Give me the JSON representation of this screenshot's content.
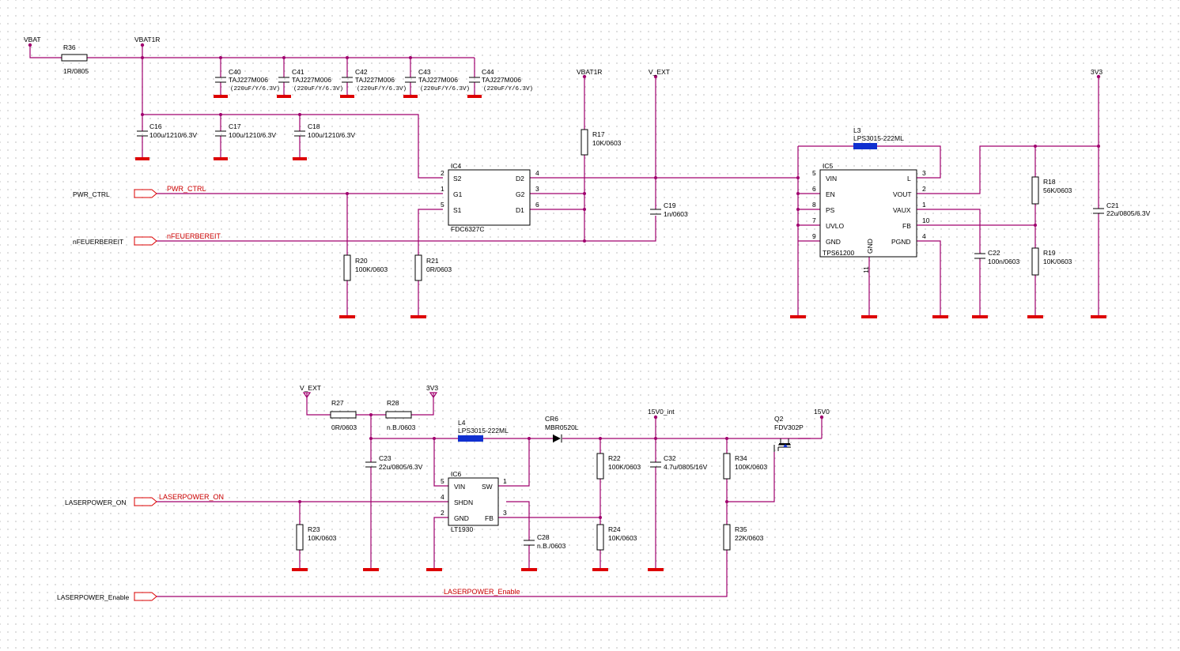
{
  "power": {
    "vbat": "VBAT",
    "vbat1r_a": "VBAT1R",
    "vbat1r_b": "VBAT1R",
    "vext_a": "V_EXT",
    "v3v3_a": "3V3",
    "vext_b": "V_EXT",
    "v3v3_b": "3V3",
    "v15v0_int": "15V0_int",
    "v15v0": "15V0"
  },
  "ports": {
    "pwr_ctrl": "PWR_CTRL",
    "nfeuer": "nFEUERBEREIT",
    "laser_on": "LASERPOWER_ON",
    "laser_en": "LASERPOWER_Enable"
  },
  "nets": {
    "pwr_ctrl": "PWR_CTRL",
    "nfeuer": "nFEUERBEREIT",
    "laser_on": "LASERPOWER_ON",
    "laser_en": "LASERPOWER_Enable"
  },
  "parts": {
    "R36": {
      "ref": "R36",
      "val": "1R/0805"
    },
    "C40": {
      "ref": "C40",
      "val": "TAJ227M006",
      "val2": "(220uF/Y/6.3V)"
    },
    "C41": {
      "ref": "C41",
      "val": "TAJ227M006",
      "val2": "(220uF/Y/6.3V)"
    },
    "C42": {
      "ref": "C42",
      "val": "TAJ227M006",
      "val2": "(220uF/Y/6.3V)"
    },
    "C43": {
      "ref": "C43",
      "val": "TAJ227M006",
      "val2": "(220uF/Y/6.3V)"
    },
    "C44": {
      "ref": "C44",
      "val": "TAJ227M006",
      "val2": "(220uF/Y/6.3V)"
    },
    "C16": {
      "ref": "C16",
      "val": "100u/1210/6.3V"
    },
    "C17": {
      "ref": "C17",
      "val": "100u/1210/6.3V"
    },
    "C18": {
      "ref": "C18",
      "val": "100u/1210/6.3V"
    },
    "R17": {
      "ref": "R17",
      "val": "10K/0603"
    },
    "C19": {
      "ref": "C19",
      "val": "1n/0603"
    },
    "R20": {
      "ref": "R20",
      "val": "100K/0603"
    },
    "R21": {
      "ref": "R21",
      "val": "0R/0603"
    },
    "L3": {
      "ref": "L3",
      "val": "LPS3015-222ML"
    },
    "R18": {
      "ref": "R18",
      "val": "56K/0603"
    },
    "R19": {
      "ref": "R19",
      "val": "10K/0603"
    },
    "C21": {
      "ref": "C21",
      "val": "22u/0805/6.3V"
    },
    "C22": {
      "ref": "C22",
      "val": "100n/0603"
    },
    "R27": {
      "ref": "R27",
      "val": "0R/0603"
    },
    "R28": {
      "ref": "R28",
      "val": "n.B./0603"
    },
    "C23": {
      "ref": "C23",
      "val": "22u/0805/6.3V"
    },
    "L4": {
      "ref": "L4",
      "val": "LPS3015-222ML"
    },
    "CR6": {
      "ref": "CR6",
      "val": "MBR0520L"
    },
    "R22": {
      "ref": "R22",
      "val": "100K/0603"
    },
    "C32": {
      "ref": "C32",
      "val": "4.7u/0805/16V"
    },
    "R34": {
      "ref": "R34",
      "val": "100K/0603"
    },
    "Q2": {
      "ref": "Q2",
      "val": "FDV302P"
    },
    "R23": {
      "ref": "R23",
      "val": "10K/0603"
    },
    "C28": {
      "ref": "C28",
      "val": "n.B./0603"
    },
    "R24": {
      "ref": "R24",
      "val": "10K/0603"
    },
    "R35": {
      "ref": "R35",
      "val": "22K/0603"
    }
  },
  "ic4": {
    "ref": "IC4",
    "part": "FDC6327C",
    "pins": {
      "s2": "S2",
      "g1": "G1",
      "s1": "S1",
      "d2": "D2",
      "g2": "G2",
      "d1": "D1"
    },
    "nums": {
      "s2": "2",
      "g1": "1",
      "s1": "5",
      "d2": "4",
      "g2": "3",
      "d1": "6"
    }
  },
  "ic5": {
    "ref": "IC5",
    "part": "TPS61200",
    "pins": {
      "vin": "VIN",
      "en": "EN",
      "ps": "PS",
      "uvlo": "UVLO",
      "gnd": "GND",
      "l": "L",
      "vout": "VOUT",
      "vaux": "VAUX",
      "fb": "FB",
      "pgnd": "PGND",
      "gnd2": "GND"
    },
    "nums": {
      "vin": "5",
      "en": "6",
      "ps": "8",
      "uvlo": "7",
      "gnd": "9",
      "l": "3",
      "vout": "2",
      "vaux": "1",
      "fb": "10",
      "pgnd": "4",
      "pad": "11"
    }
  },
  "ic6": {
    "ref": "IC6",
    "part": "LT1930",
    "pins": {
      "vin": "VIN",
      "shdn": "SHDN",
      "gnd": "GND",
      "sw": "SW",
      "fb": "FB"
    },
    "nums": {
      "vin": "5",
      "shdn": "4",
      "gnd": "2",
      "sw": "1",
      "fb": "3"
    }
  },
  "colors": {
    "wire": "#a0006e",
    "ground": "#dd0000",
    "net_label": "#cc0000",
    "body": "#000000"
  }
}
